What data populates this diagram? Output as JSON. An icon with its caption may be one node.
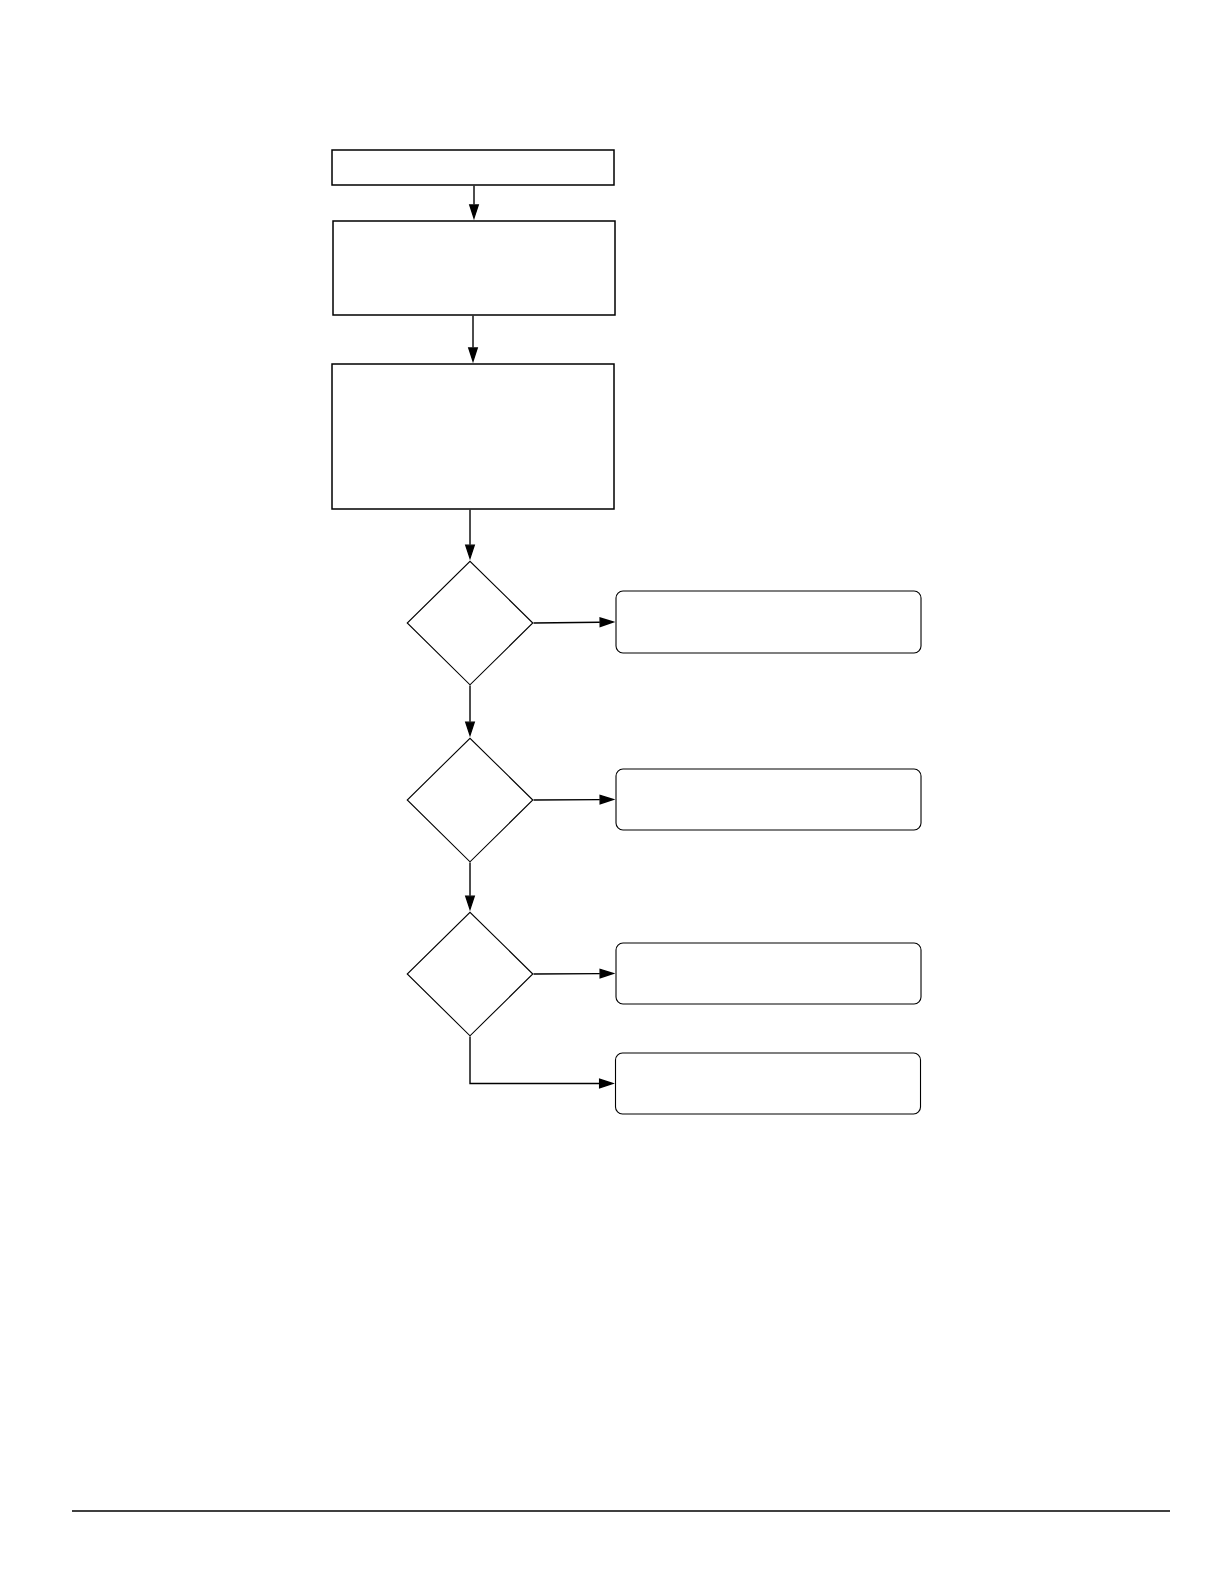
{
  "diagram": {
    "nodes": [
      {
        "text": [],
        "shape": "box"
      },
      {
        "text": [],
        "shape": "box"
      },
      {
        "text": [],
        "shape": "box"
      },
      {
        "text": [],
        "shape": "diamond"
      },
      {
        "text": [],
        "shape": "box"
      },
      {
        "text": [],
        "shape": "diamond"
      },
      {
        "text": [],
        "shape": "box"
      },
      {
        "text": [],
        "shape": "diamond"
      },
      {
        "text": [],
        "shape": "box"
      },
      {
        "text": [],
        "shape": "box"
      }
    ],
    "edges": [
      {
        "from": 0,
        "to": 1,
        "arrow": "to"
      },
      {
        "from": 1,
        "to": 2,
        "arrow": "to"
      },
      {
        "from": 2,
        "to": 3,
        "arrow": "to"
      },
      {
        "from": 3,
        "to": 4,
        "arrow": "to"
      },
      {
        "from": 3,
        "to": 5,
        "arrow": "to"
      },
      {
        "from": 5,
        "to": 6,
        "arrow": "to"
      },
      {
        "from": 5,
        "to": 7,
        "arrow": "to"
      },
      {
        "from": 7,
        "to": 8,
        "arrow": "to"
      },
      {
        "from": 7,
        "to": 9,
        "arrow": "to"
      }
    ]
  }
}
